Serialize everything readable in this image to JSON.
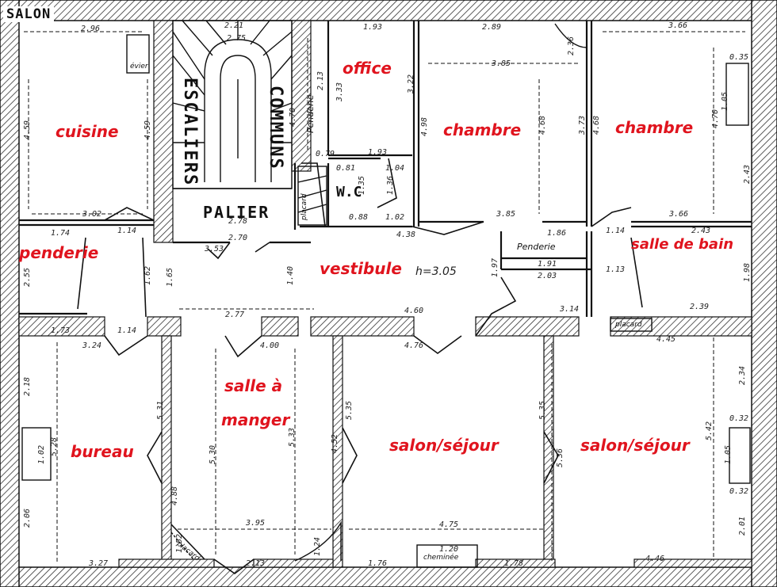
{
  "title": "SALON",
  "rooms": {
    "cuisine": "cuisine",
    "office": "office",
    "chambre1": "chambre",
    "chambre2": "chambre",
    "penderie": "penderie",
    "vestibule": "vestibule",
    "salle_de_bain": "salle de bain",
    "salle_a_manger_1": "salle à",
    "salle_a_manger_2": "manger",
    "bureau": "bureau",
    "salon_sejour1": "salon/séjour",
    "salon_sejour2": "salon/séjour"
  },
  "labels": {
    "escaliers": "ESCALIERS",
    "communs": "COMMUNS",
    "palier": "PALIER",
    "wc": "W.C",
    "ceiling_height": "h=3.05",
    "penderie_small1": "Penderie",
    "penderie_small2": "Penderie",
    "evier": "évier",
    "placard1": "placard",
    "placard2": "placard",
    "placard3": "placard",
    "cheminee": "cheminée"
  },
  "dimensions": {
    "d296": "2.96",
    "d221": "2.21",
    "d275": "2.75",
    "d193a": "1.93",
    "d289": "2.89",
    "d366a": "3.66",
    "d385a": "3.85",
    "d302": "3.02",
    "d278": "2.78",
    "d270": "2.70",
    "d193b": "1.93",
    "d385b": "3.85",
    "d366b": "3.66",
    "d174": "1.74",
    "d114a": "1.14",
    "d438": "4.38",
    "d186": "1.86",
    "d114b": "1.14",
    "d243": "2.43",
    "d277": "2.77",
    "d173": "1.73",
    "d114c": "1.14",
    "d324": "3.24",
    "d400": "4.00",
    "d476": "4.76",
    "d460": "4.60",
    "d314": "3.14",
    "d239": "2.39",
    "d445": "4.45",
    "d203": "2.03",
    "d191": "1.91",
    "d113": "1.13",
    "d395": "3.95",
    "d475": "4.75",
    "d327": "3.27",
    "d213": "2.13",
    "d176": "1.76",
    "d178": "1.78",
    "d446": "4.46",
    "d120": "1.20",
    "d081": "0.81",
    "d104": "1.04",
    "d102": "1.02",
    "d079": "0.79",
    "d088": "0.88",
    "d353": "3.53",
    "v459a": "4.59",
    "v459b": "4.59",
    "v470": "4.70",
    "v322": "3.22",
    "v498": "4.98",
    "v468a": "4.68",
    "v373": "3.73",
    "v468b": "4.68",
    "v470b": "4.70",
    "v333": "3.33",
    "v243": "2.43",
    "v255": "2.55",
    "v162": "1.62",
    "v165": "1.65",
    "v140": "1.40",
    "v197": "1.97",
    "v198": "1.98",
    "v218": "2.18",
    "v528": "5.28",
    "v206": "2.06",
    "v531": "5.31",
    "v530": "5.30",
    "v533": "5.33",
    "v452": "4.52",
    "v535": "5.35",
    "v536": "5.36",
    "v542": "5.42",
    "v201": "2.01",
    "v234": "2.34",
    "v488": "4.88",
    "v213": "2.13",
    "v135": "1.35",
    "v136": "1.36",
    "v105a": "1.05",
    "v105b": "1.05",
    "v102": "1.02",
    "v035": "0.35",
    "v032a": "0.32",
    "v032b": "0.32",
    "v124": "1.24",
    "v152": "1.52",
    "v236": "2.36"
  }
}
